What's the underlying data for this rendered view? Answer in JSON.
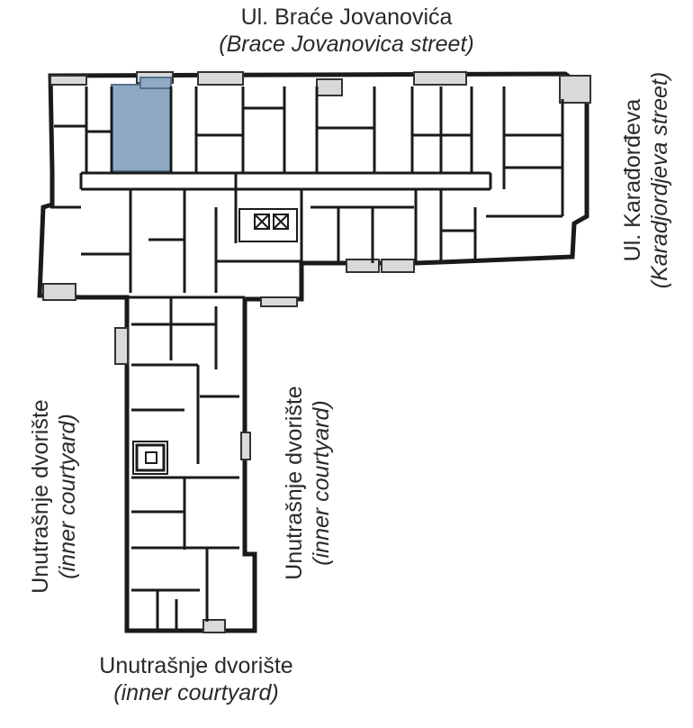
{
  "labels": {
    "top": {
      "line1": "Ul. Braće Jovanovića",
      "line2": "(Brace Jovanovica street)"
    },
    "right": {
      "line1": "Ul. Karađorđeva",
      "line2": "(Karadjordjeva street)"
    },
    "left": {
      "line1": "Unutrašnje dvorište",
      "line2": "(inner courtyard)"
    },
    "middle": {
      "line1": "Unutrašnje dvorište",
      "line2": "(inner courtyard)"
    },
    "bottom": {
      "line1": "Unutrašnje dvorište",
      "line2": "(inner courtyard)"
    }
  },
  "colors": {
    "highlight": "#8fa9c5",
    "wall": "#1a1a1a",
    "balcony": "#d9d9d9"
  }
}
